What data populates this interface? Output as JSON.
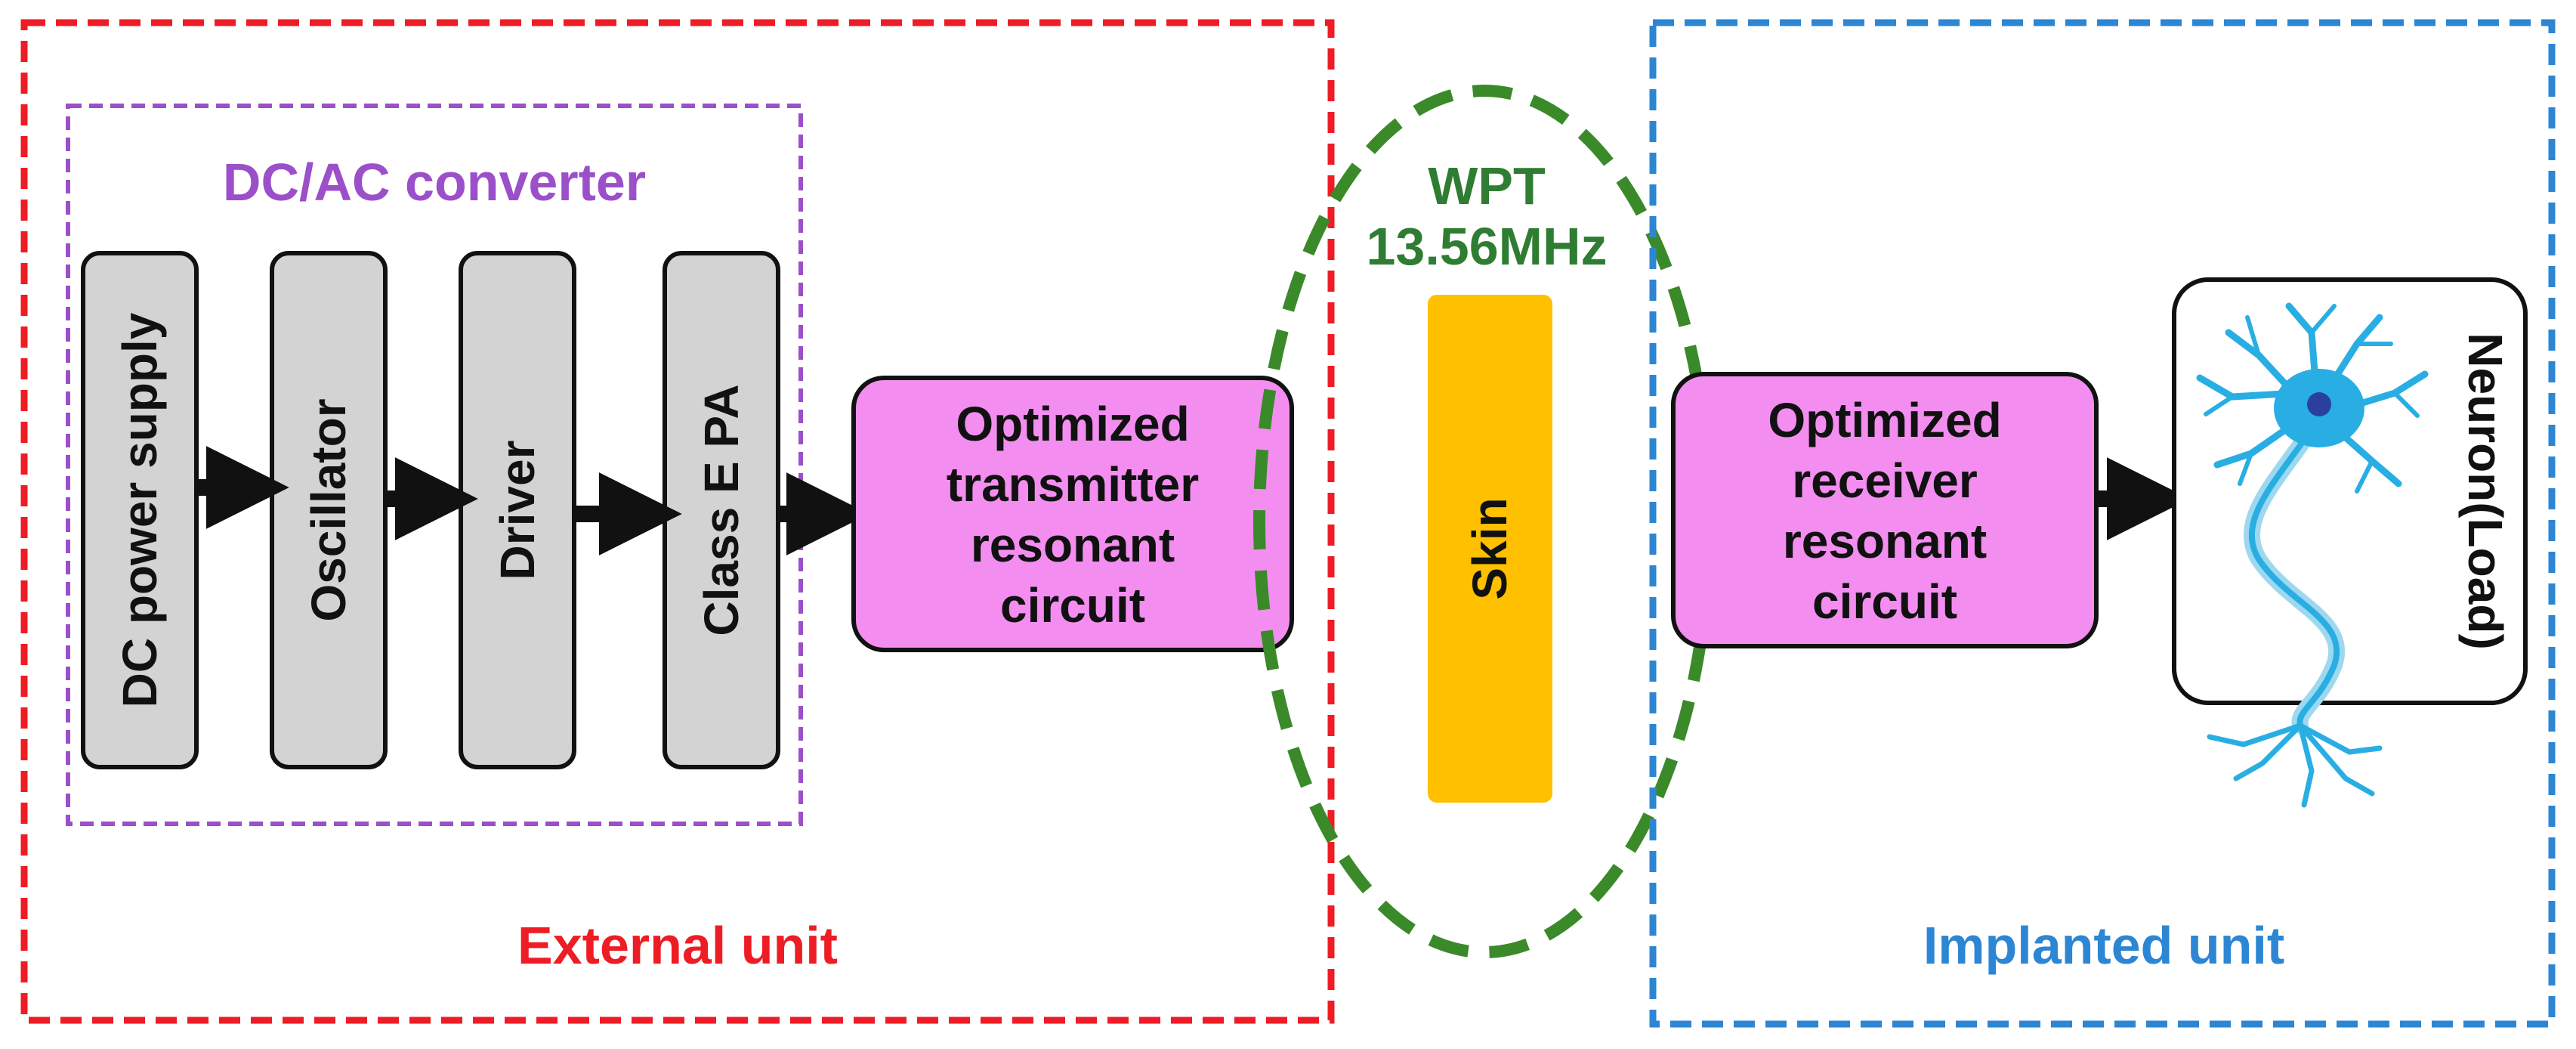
{
  "external_unit": {
    "label": "External unit",
    "border_color": "#ee1c24"
  },
  "dcac_converter": {
    "label": "DC/AC converter",
    "border_color": "#9b4fc9",
    "blocks": [
      "DC power supply",
      "Oscillator",
      "Driver",
      "Class E PA"
    ],
    "block_color": "#d3d3d3"
  },
  "transmitter": {
    "lines": [
      "Optimized",
      "transmitter",
      "resonant",
      "circuit"
    ],
    "fill": "#f38ef0"
  },
  "wpt": {
    "line1": "WPT",
    "line2": "13.56MHz",
    "color": "#2e7d32",
    "ellipse_color": "#3a8a2a"
  },
  "skin": {
    "label": "Skin",
    "fill": "#ffc000"
  },
  "implanted_unit": {
    "label": "Implanted unit",
    "border_color": "#2d86d3"
  },
  "receiver": {
    "lines": [
      "Optimized",
      "receiver",
      "resonant",
      "circuit"
    ],
    "fill": "#f38ef0"
  },
  "load": {
    "label": "Neuron(Load)",
    "neuron_color": "#29aee3"
  }
}
